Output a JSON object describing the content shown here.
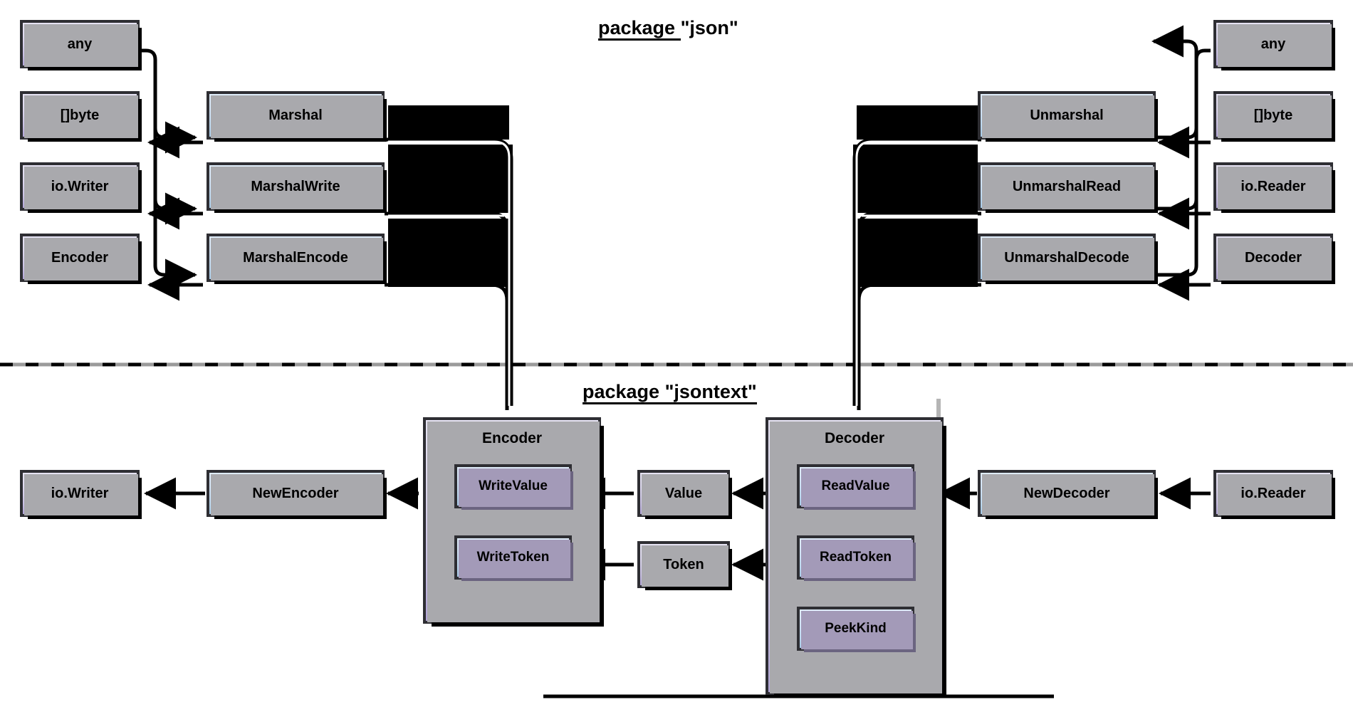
{
  "diagram": {
    "title_top": {
      "prefix": "package ",
      "name": "\"json\""
    },
    "title_bottom": {
      "prefix": "package ",
      "name": "\"jsontext\""
    },
    "divider": "dashed-separator"
  },
  "json_package": {
    "left_types": [
      {
        "id": "any-left",
        "label": "any"
      },
      {
        "id": "bytes-left",
        "label": "[]byte"
      },
      {
        "id": "iowriter-left",
        "label": "io.Writer"
      },
      {
        "id": "encoder-left",
        "label": "Encoder"
      }
    ],
    "marshal_funcs": [
      {
        "id": "marshal",
        "label": "Marshal"
      },
      {
        "id": "marshalwrite",
        "label": "MarshalWrite"
      },
      {
        "id": "marshalencode",
        "label": "MarshalEncode"
      }
    ],
    "unmarshal_funcs": [
      {
        "id": "unmarshal",
        "label": "Unmarshal"
      },
      {
        "id": "unmarshalread",
        "label": "UnmarshalRead"
      },
      {
        "id": "unmarshaldecode",
        "label": "UnmarshalDecode"
      }
    ],
    "right_types": [
      {
        "id": "any-right",
        "label": "any"
      },
      {
        "id": "bytes-right",
        "label": "[]byte"
      },
      {
        "id": "ioreader-right",
        "label": "io.Reader"
      },
      {
        "id": "decoder-right",
        "label": "Decoder"
      }
    ]
  },
  "jsontext_package": {
    "encoder_cluster": {
      "title": "Encoder",
      "methods": [
        {
          "id": "writevalue",
          "label": "WriteValue"
        },
        {
          "id": "writetoken",
          "label": "WriteToken"
        }
      ]
    },
    "decoder_cluster": {
      "title": "Decoder",
      "methods": [
        {
          "id": "readvalue",
          "label": "ReadValue"
        },
        {
          "id": "readtoken",
          "label": "ReadToken"
        },
        {
          "id": "peekkind",
          "label": "PeekKind"
        }
      ]
    },
    "middle_types": [
      {
        "id": "value",
        "label": "Value"
      },
      {
        "id": "token",
        "label": "Token"
      }
    ],
    "constructors": [
      {
        "id": "newencoder",
        "label": "NewEncoder"
      },
      {
        "id": "newdecoder",
        "label": "NewDecoder"
      }
    ],
    "io_types": [
      {
        "id": "iowriter-bottom",
        "label": "io.Writer"
      },
      {
        "id": "ioreader-bottom",
        "label": "io.Reader"
      }
    ]
  },
  "colors": {
    "type_node_fill_top": "#e6e3f3",
    "type_node_fill_bottom": "#b3a6d9",
    "func_node_fill_top": "#dfecf9",
    "func_node_fill_bottom": "#a6c9e6",
    "border": "#2e2e33",
    "edge": "#000000",
    "background": "#ffffff"
  }
}
